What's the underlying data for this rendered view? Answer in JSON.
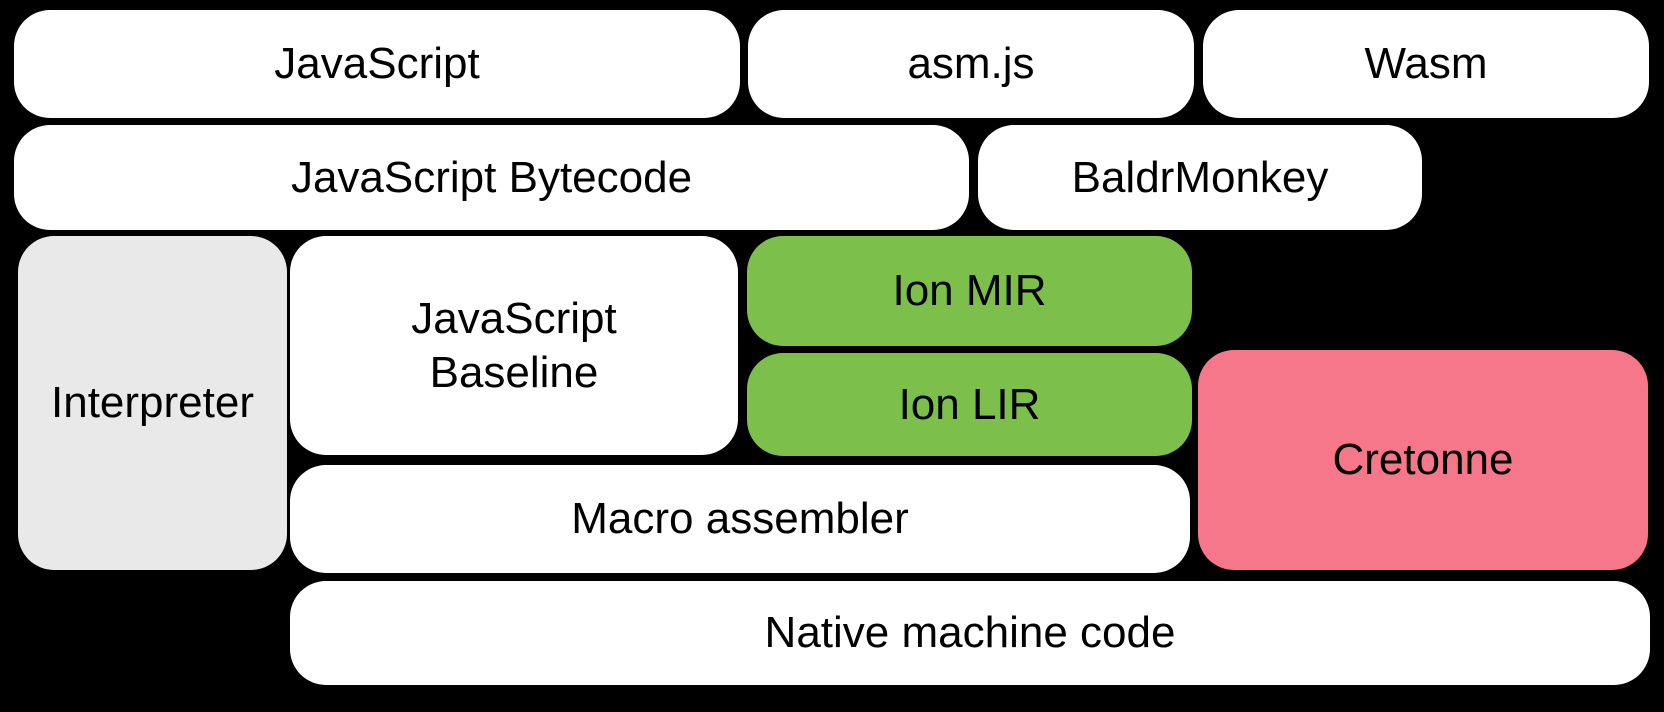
{
  "colors": {
    "background": "#000000",
    "box_default": "#ffffff",
    "interpreter_gray": "#e9e9e9",
    "ion_green": "#7cc04b",
    "cretonne_pink": "#f67789",
    "text": "#000000"
  },
  "diagram": {
    "boxes": {
      "javascript": {
        "label": "JavaScript"
      },
      "asmjs": {
        "label": "asm.js"
      },
      "wasm": {
        "label": "Wasm"
      },
      "bytecode": {
        "label": "JavaScript Bytecode"
      },
      "baldrmonkey": {
        "label": "BaldrMonkey"
      },
      "interpreter": {
        "label": "Interpreter"
      },
      "baseline": {
        "label": "JavaScript\nBaseline"
      },
      "ion_mir": {
        "label": "Ion MIR"
      },
      "ion_lir": {
        "label": "Ion LIR"
      },
      "cretonne": {
        "label": "Cretonne"
      },
      "macro_assembler": {
        "label": "Macro assembler"
      },
      "native_machine_code": {
        "label": "Native machine code"
      }
    }
  }
}
